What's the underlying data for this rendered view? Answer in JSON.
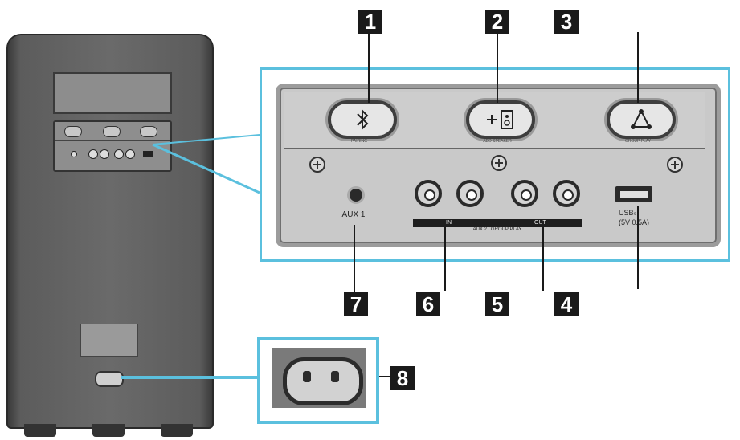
{
  "callouts": [
    "1",
    "2",
    "3",
    "4",
    "5",
    "6",
    "7",
    "8"
  ],
  "rear_panel": {
    "aux1_label": "AUX 1",
    "aux2_bar_label": "AUX 2 / GROUP PLAY",
    "aux2_in_label": "IN",
    "aux2_out_label": "OUT",
    "usb_label": "USB",
    "usb_spec": "(5V 0.5A)",
    "button_captions": [
      "PAIRING",
      "ADD SPEAKER",
      "GROUP PLAY"
    ]
  },
  "colors": {
    "callout_box": "#5bc0de",
    "number_badge": "#1a1a1a",
    "speaker_body": "#666666"
  },
  "icons": [
    "bluetooth-icon",
    "add-speaker-icon",
    "group-play-icon",
    "usb-icon"
  ]
}
